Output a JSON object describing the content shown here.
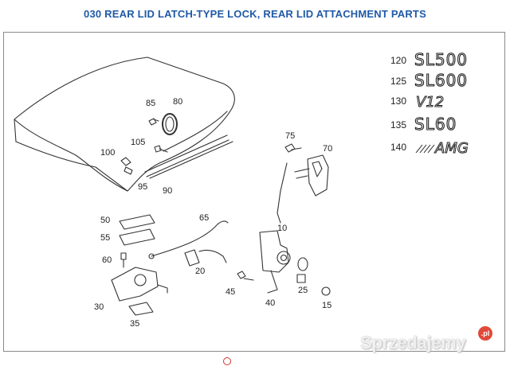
{
  "title": "030 REAR LID LATCH-TYPE LOCK, REAR LID ATTACHMENT PARTS",
  "callouts": {
    "c10": "10",
    "c15": "15",
    "c20": "20",
    "c25": "25",
    "c30": "30",
    "c35": "35",
    "c40": "40",
    "c45": "45",
    "c50": "50",
    "c55": "55",
    "c60": "60",
    "c65": "65",
    "c70": "70",
    "c75": "75",
    "c80": "80",
    "c85": "85",
    "c90": "90",
    "c95": "95",
    "c100": "100",
    "c105": "105"
  },
  "badges": [
    {
      "number": "120",
      "word": "SL500"
    },
    {
      "number": "125",
      "word": "SL600"
    },
    {
      "number": "130",
      "word": "V12"
    },
    {
      "number": "135",
      "word": "SL60"
    },
    {
      "number": "140",
      "word": "AMG"
    }
  ],
  "watermark": "Sprzedajemy",
  "watermark_badge": ".pl",
  "colors": {
    "title": "#1f5aa6",
    "line": "#333333",
    "pager_dot": "#d2352b"
  }
}
